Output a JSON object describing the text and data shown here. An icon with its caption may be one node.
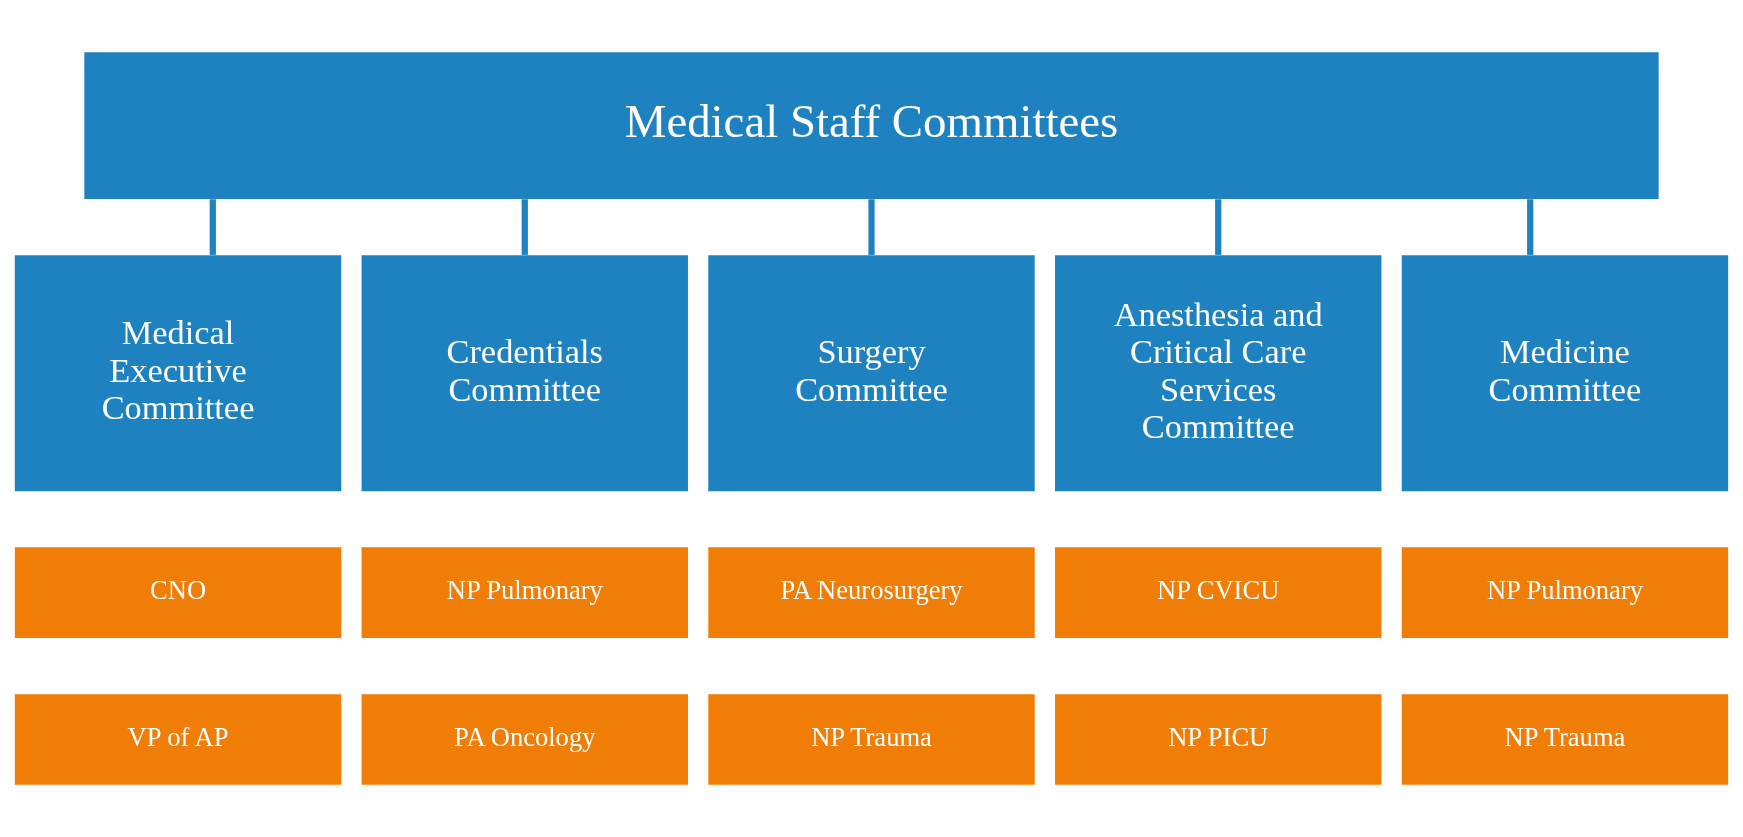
{
  "diagram": {
    "nodes": [
      {
        "text": [
          "Medical Staff Committees"
        ]
      },
      {
        "text": [
          "Medical Executive Committee"
        ]
      },
      {
        "text": [
          "Credentials Committee"
        ]
      },
      {
        "text": [
          "Surgery Committee"
        ]
      },
      {
        "text": [
          "Anesthesia and Critical Care Services Committee"
        ]
      },
      {
        "text": [
          "Medicine Committee"
        ]
      },
      {
        "text": [
          "CNO"
        ]
      },
      {
        "text": [
          "NP Pulmonary"
        ]
      },
      {
        "text": [
          "PA Neurosurgery"
        ]
      },
      {
        "text": [
          "NP CVICU"
        ]
      },
      {
        "text": [
          "NP Pulmonary"
        ]
      },
      {
        "text": [
          "VP of AP"
        ]
      },
      {
        "text": [
          "PA Oncology"
        ]
      },
      {
        "text": [
          "NP Trauma"
        ]
      },
      {
        "text": [
          "NP PICU"
        ]
      },
      {
        "text": [
          "NP Trauma"
        ]
      }
    ],
    "edges": [
      {
        "from": 0,
        "to": 1,
        "arrow": "none"
      },
      {
        "from": 0,
        "to": 2,
        "arrow": "none"
      },
      {
        "from": 0,
        "to": 3,
        "arrow": "none"
      },
      {
        "from": 0,
        "to": 4,
        "arrow": "none"
      },
      {
        "from": 0,
        "to": 5,
        "arrow": "none"
      }
    ]
  }
}
